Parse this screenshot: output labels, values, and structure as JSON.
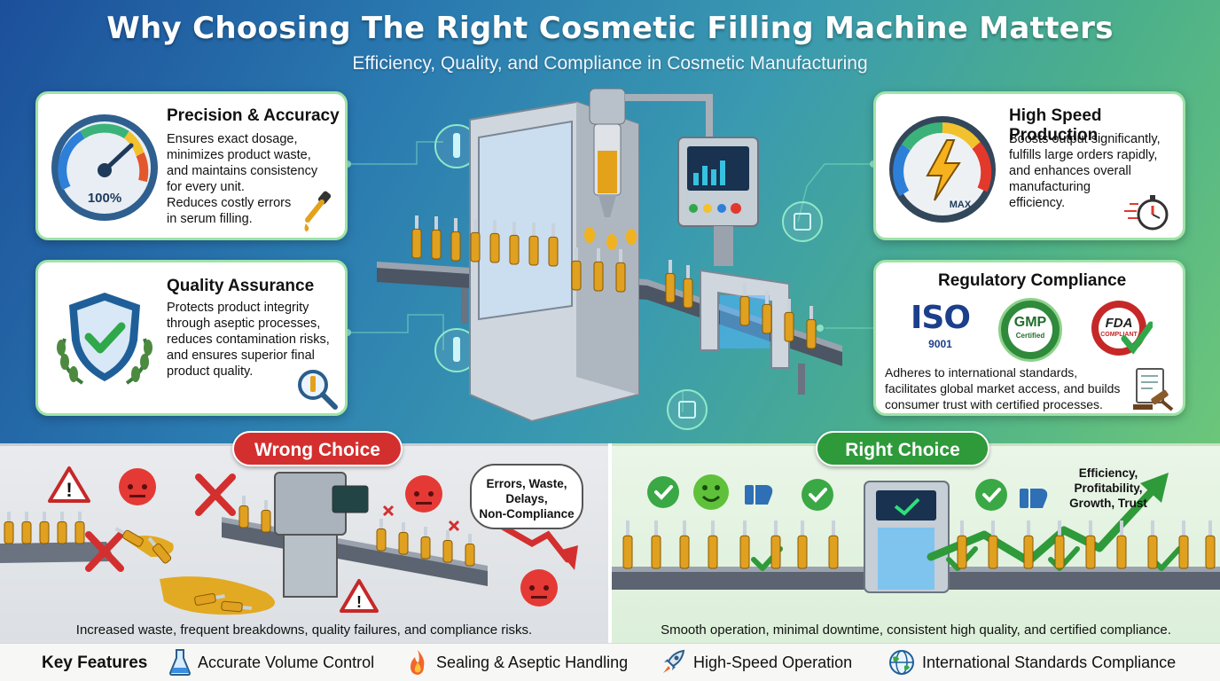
{
  "header": {
    "title": "Why Choosing The Right Cosmetic Filling Machine Matters",
    "subtitle": "Efficiency, Quality, and Compliance in Cosmetic Manufacturing"
  },
  "cards": {
    "precision": {
      "title": "Precision & Accuracy",
      "body": "Ensures exact dosage, minimizes product waste, and maintains consistency for every unit. Reduces costly errors in serum filling.",
      "lines": [
        "Ensures exact dosage,",
        "minimizes product waste,",
        "and maintains consistency",
        "for every unit.",
        "Reduces costly errors",
        "in serum filling."
      ],
      "gauge_label": "100%"
    },
    "quality": {
      "title": "Quality Assurance",
      "lines": [
        "Protects product integrity",
        "through aseptic processes,",
        "reduces contamination risks,",
        "and ensures superior final",
        "product quality."
      ]
    },
    "speed": {
      "title": "High Speed Production",
      "lines": [
        "Boosts output significantly,",
        "fulfills large orders rapidly,",
        "and enhances overall",
        "manufacturing",
        "efficiency."
      ],
      "gauge_label": "MAX"
    },
    "regulatory": {
      "title": "Regulatory Compliance",
      "lines": [
        "Adheres to international standards,",
        "facilitates global market access, and builds",
        "consumer trust with certified processes."
      ],
      "iso_label": "ISO",
      "iso_number": "9001",
      "gmp_label": "GMP",
      "gmp_sub": "Certified",
      "fda_label": "FDA",
      "fda_sub": "COMPLIANT"
    }
  },
  "wrong": {
    "label": "Wrong Choice",
    "bubble_lines": [
      "Errors, Waste,",
      "Delays,",
      "Non-Compliance"
    ],
    "caption": "Increased waste, frequent breakdowns, quality failures, and compliance risks.",
    "color": "#d32f2f"
  },
  "right": {
    "label": "Right Choice",
    "trend_lines": [
      "Efficiency,",
      "Profitability,",
      "Growth, Trust"
    ],
    "caption": "Smooth operation, minimal downtime, consistent high quality, and certified compliance.",
    "color": "#2e9a3a"
  },
  "features": {
    "heading": "Key Features",
    "items": [
      {
        "label": "Accurate Volume Control",
        "icon": "flask-icon"
      },
      {
        "label": "Sealing & Aseptic Handling",
        "icon": "flame-icon"
      },
      {
        "label": "High-Speed Operation",
        "icon": "rocket-icon"
      },
      {
        "label": "International Standards Compliance",
        "icon": "globe-icon"
      }
    ]
  }
}
